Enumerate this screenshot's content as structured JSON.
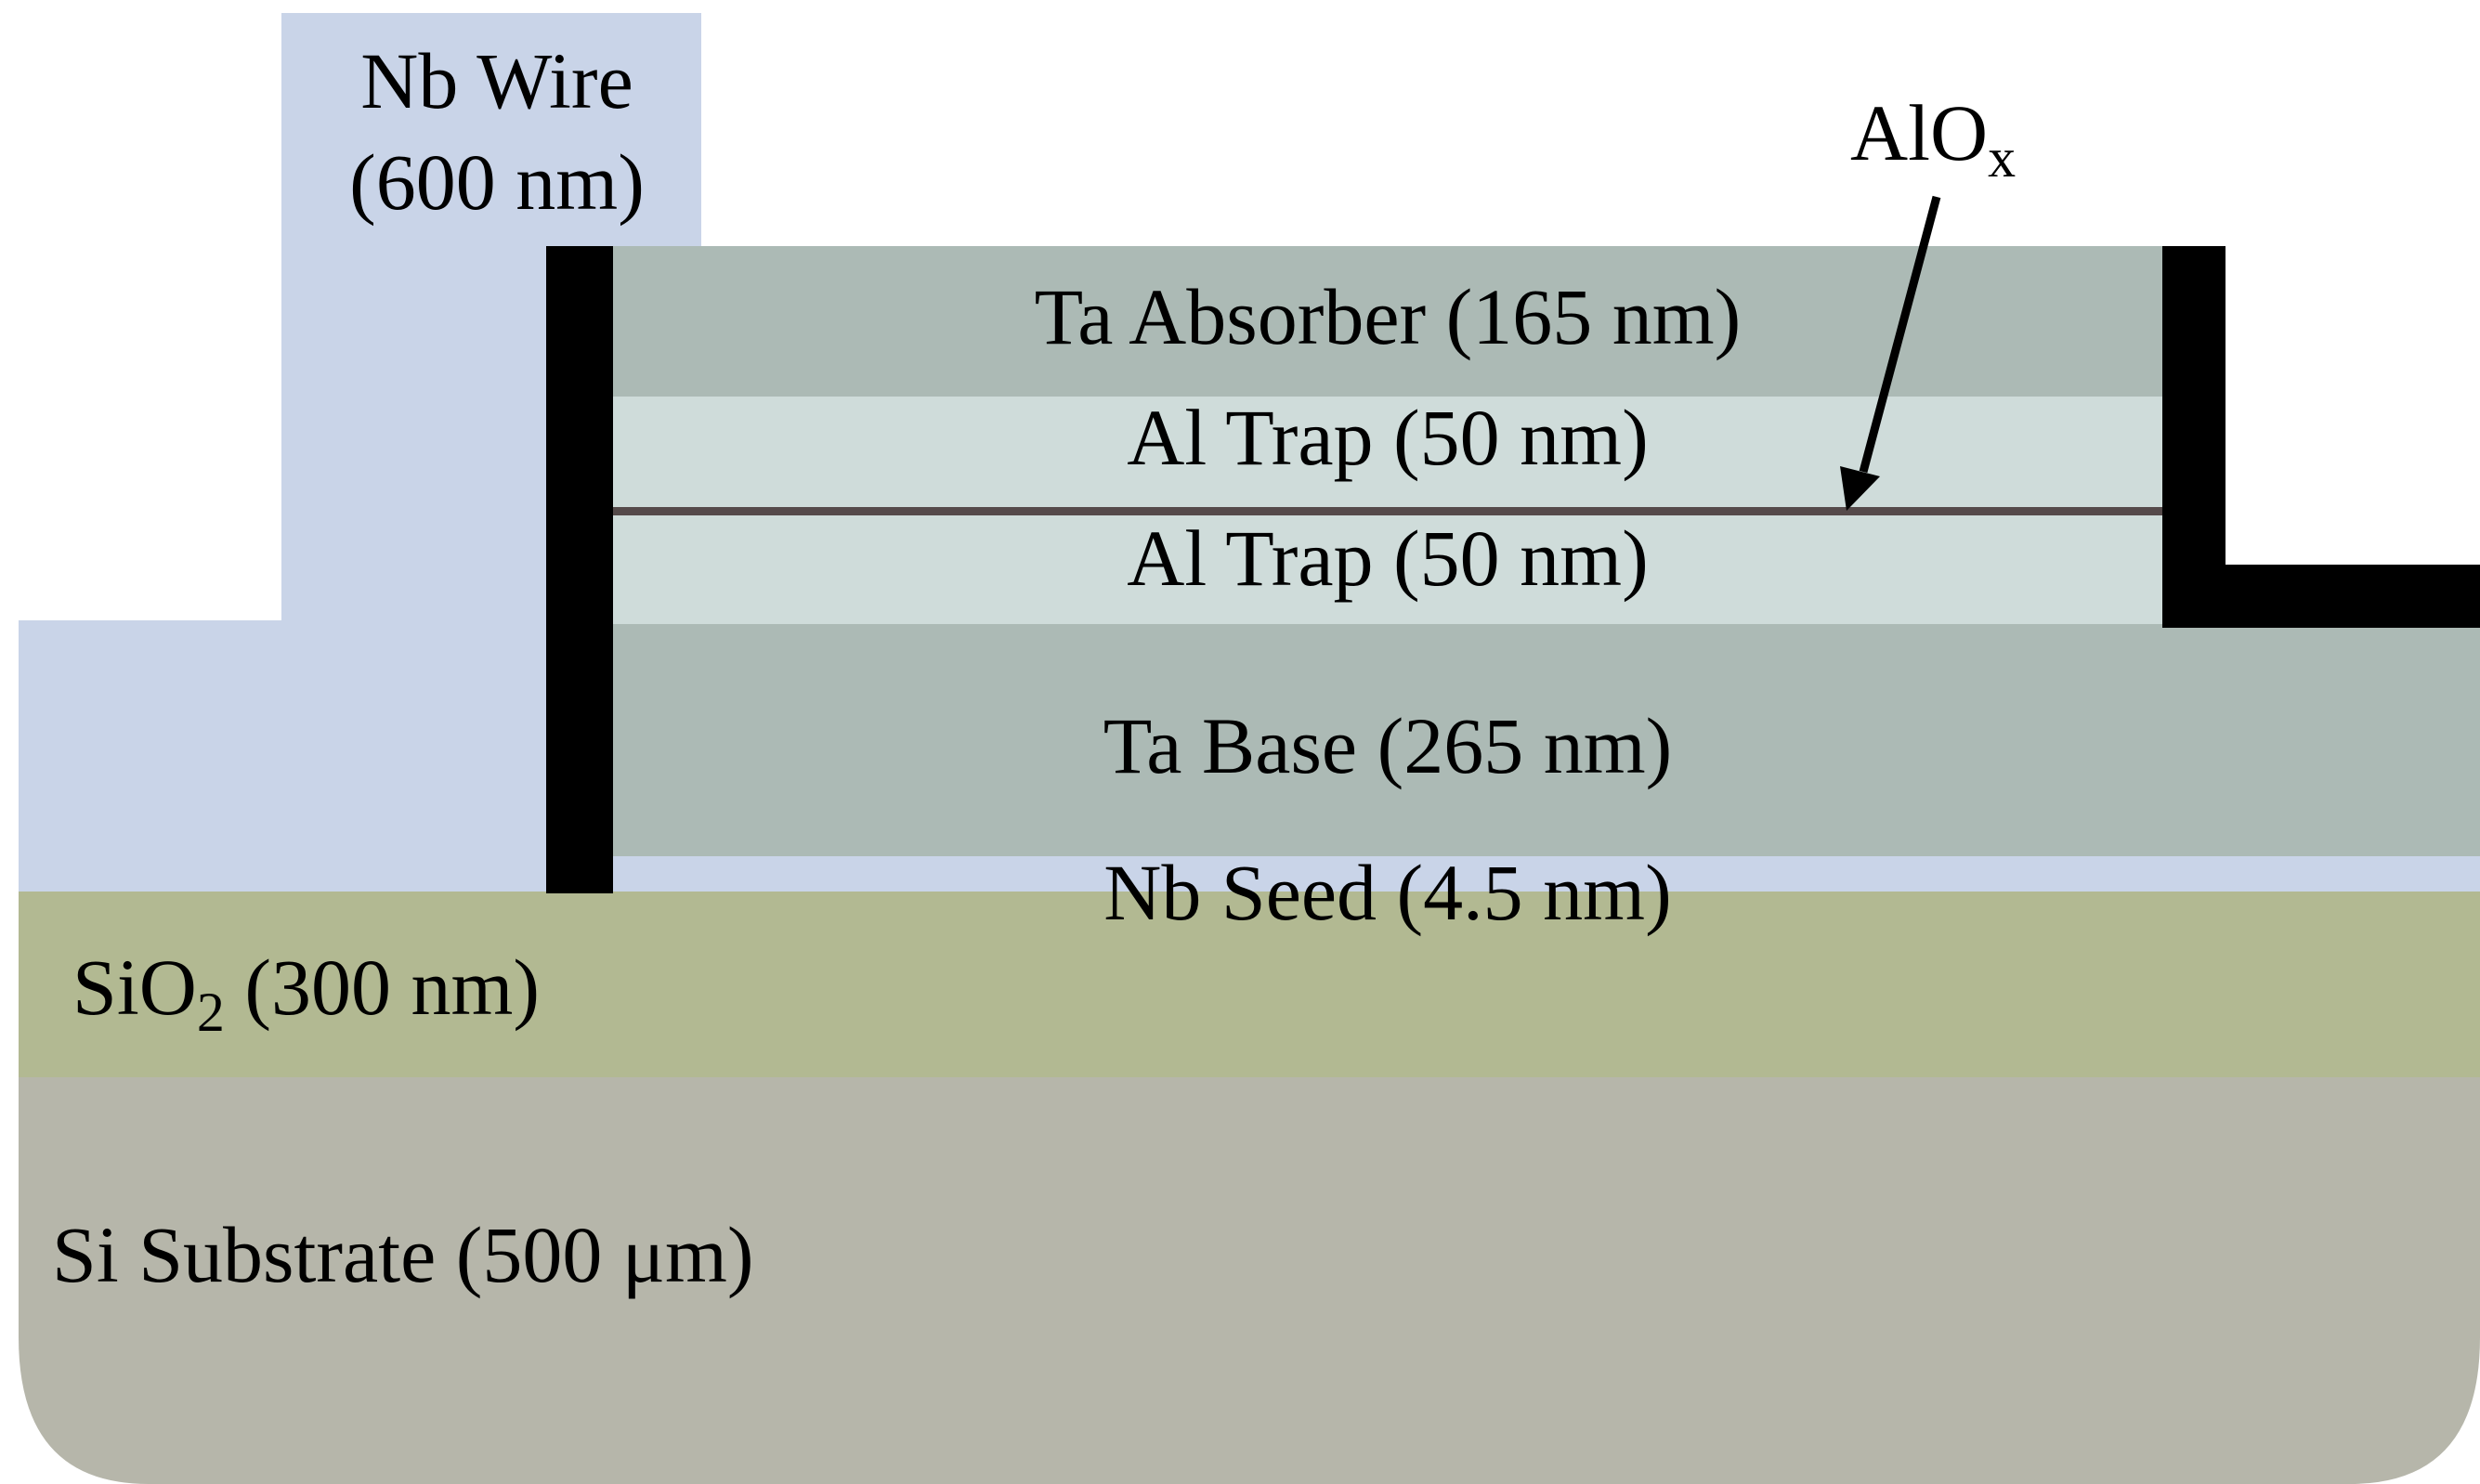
{
  "layers": {
    "nb_wire": {
      "name": "Nb Wire",
      "thickness": "(600 nm)"
    },
    "ta_absorber": {
      "label": "Ta Absorber (165 nm)"
    },
    "al_trap_top": {
      "label": "Al Trap (50 nm)"
    },
    "al_trap_bottom": {
      "label": "Al Trap (50 nm)"
    },
    "ta_base": {
      "label": "Ta Base (265 nm)"
    },
    "nb_seed": {
      "label": "Nb Seed (4.5 nm)"
    },
    "sio2": {
      "prefix": "SiO",
      "subscript": "2",
      "suffix": " (300 nm)"
    },
    "si_substrate": {
      "label": "Si Substrate (500 μm)"
    }
  },
  "annotation": {
    "alox_base": "AlO",
    "alox_subscript": "x"
  },
  "colors": {
    "nb": "#c9d4e8",
    "ta": "#acbab5",
    "al": "#cfdcda",
    "alox_line": "#554a4a",
    "insulator": "#000000",
    "sio2": "#b2b992",
    "si": "#b6b6aa"
  }
}
